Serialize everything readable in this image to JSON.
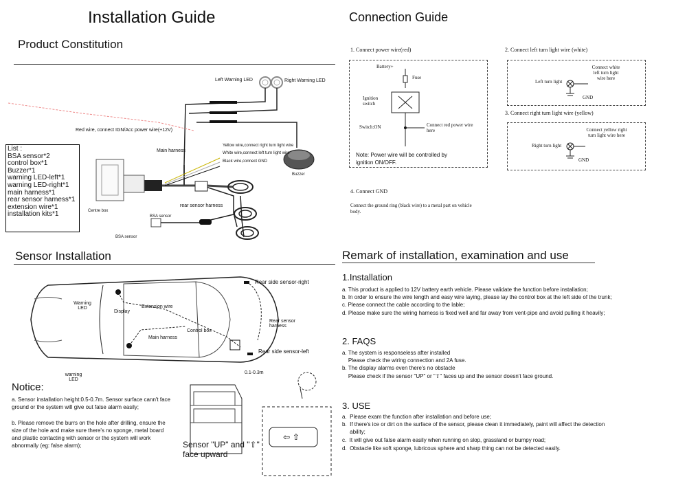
{
  "left": {
    "title": "Installation Guide",
    "product_constitution": "Product Constitution",
    "diagram_labels": {
      "left_led": "Left Warning LED",
      "right_led": "Right Warning LED",
      "red_wire": "Red wire, connect IGN/Acc power wire(+12V)",
      "main_harness": "Main harness",
      "yellow_wire": "Yellow wire,connect right turn light wire",
      "white_wire": "White wire,connect left turn light wire",
      "black_wire": "Black wire,connect GND",
      "buzzer": "Buzzer",
      "centre_box": "Centre box",
      "rear_sensor_harness": "rear sensor harness",
      "bsa_sensor_1": "BSA sensor",
      "bsa_sensor_2": "BSA sensor"
    },
    "list": [
      "List :",
      "BSA sensor*2",
      "control box*1",
      "Buzzer*1",
      "warning LED-left*1",
      "warning LED-right*1",
      "main harness*1",
      "rear sensor harness*1",
      "extension wire*1",
      "installation kits*1"
    ],
    "sensor_installation": "Sensor Installation",
    "car_labels": {
      "rear_right": "Rear side sensor-right",
      "warning_led_top": "Warning LED",
      "display": "Display",
      "extension_wire": "Extension wire",
      "rear_harness": "Rear sensor harness",
      "control_box": "Control box",
      "main_harness": "Main harness",
      "rear_left": "Rear side sensor-left",
      "warning_led_bottom": "warning LED",
      "distance": "0.1-0.3m"
    },
    "notice_title": "Notice:",
    "notice_a": "a. Sensor installation height:0.5-0.7m. Sensor surface cann't face ground or the system will give out false alarm easily;",
    "notice_b": "b. Please remove the burrs on the hole after drilling, ensure the size of the hole and make sure there's no sponge, metal board and plastic contacting with sensor or the system will work abnormally (eg: false alarm);",
    "sensor_up_line1": "Sensor \"UP\" and \"⇧\"",
    "sensor_up_line2": "face upward"
  },
  "right": {
    "title": "Connection Guide",
    "step1": "1. Connect power wire(red)",
    "battery": "Battery+",
    "fuse": "Fuse",
    "ignition_switch": "Ignition switch",
    "switch_on": "Switch:ON",
    "connect_red": "Connect red power wire here",
    "note": "Note: Power wire will be controlled by ignition ON/OFF.",
    "step2": "2. Connect left turn light wire (white)",
    "left_turn_light": "Left turn light",
    "connect_white": "Connect white left turn light wire here",
    "gnd1": "GND",
    "step3": "3. Connect right turn light wire (yellow)",
    "right_turn_light": "Right turn light",
    "connect_yellow": "Connect yellow right turn light wire here",
    "gnd2": "GND",
    "step4": "4. Connect GND",
    "step4_desc": "Connect the ground ring (black wire) to a metal part on vehicle body.",
    "remark_title": "Remark of installation, examination and use",
    "installation_title": "1.Installation",
    "installation": [
      "a. This product is applied to 12V battery earth vehicle. Please validate the function before installation;",
      "b. In order to ensure the wire length and easy wire laying, please lay the control box at the left side of the trunk;",
      "c. Please connect the cable according to the lable;",
      "d. Please make sure the wiring harness is fixed well and far away from vent-pipe and avoid pulling it heavily;"
    ],
    "faqs_title": "2. FAQS",
    "faqs": [
      "a. The system is responseless after installed",
      "    Please check the wiring connection and 2A fuse.",
      "b. The display alarms even there's no obstacle",
      "    Please check if the sensor \"UP\" or \"⇧\" faces up and the sensor doesn't face ground."
    ],
    "use_title": "3. USE",
    "use": [
      "a.  Please exam the function after installation and before use;",
      "b.  If there's ice or dirt on the surface of the sensor, please clean it immediately, paint will affect the detection",
      "     ability;",
      "c.  It will give out false alarm easily when running on slop, grassland or bumpy road;",
      "d.  Obstacle like soft sponge, lubricous sphere and sharp thing can not be detected easily."
    ]
  }
}
